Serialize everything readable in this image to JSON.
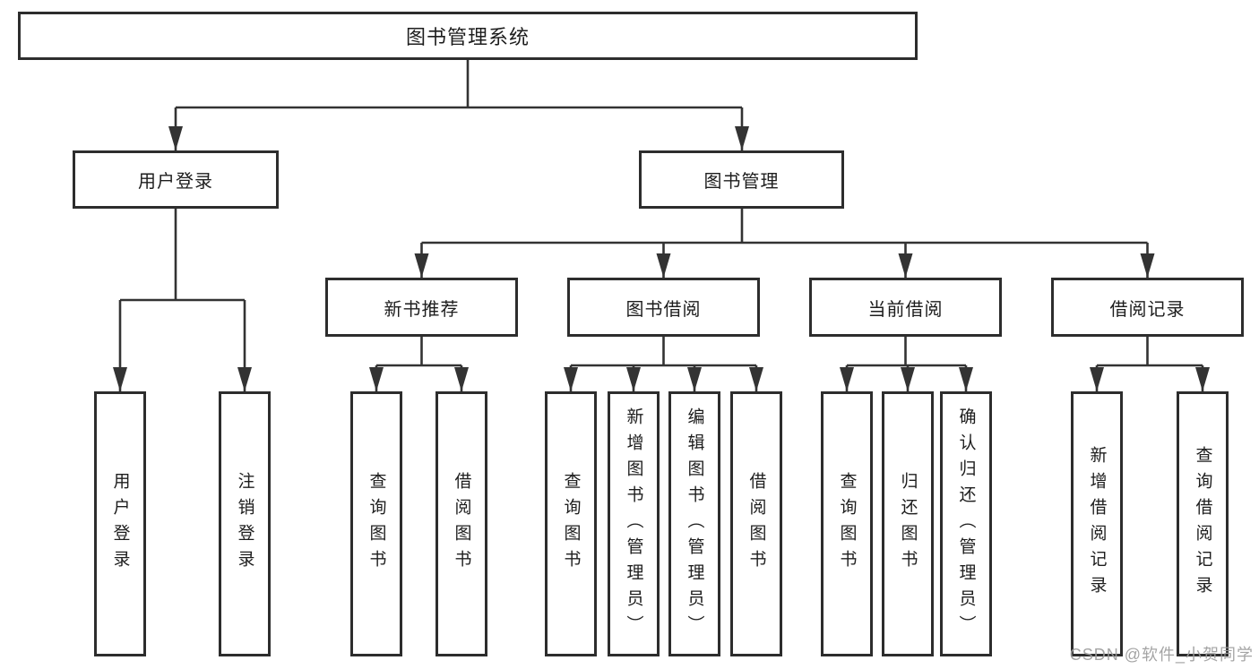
{
  "colors": {
    "background": "#ffffff",
    "box_border": "#2d2d2d",
    "connector_line": "#333333",
    "text": "#1d1d1d",
    "watermark": "#9d9d9d"
  },
  "watermark": {
    "text": "CSDN @软件_小贺同学"
  },
  "tree": {
    "label": "图书管理系统",
    "children": [
      {
        "label": "用户登录",
        "children": [
          {
            "label": "用户登录"
          },
          {
            "label": "注销登录"
          }
        ]
      },
      {
        "label": "图书管理",
        "children": [
          {
            "label": "新书推荐",
            "children": [
              {
                "label": "查询图书"
              },
              {
                "label": "借阅图书"
              }
            ]
          },
          {
            "label": "图书借阅",
            "children": [
              {
                "label": "查询图书"
              },
              {
                "label": "新增图书（管理员）"
              },
              {
                "label": "编辑图书（管理员）"
              },
              {
                "label": "借阅图书"
              }
            ]
          },
          {
            "label": "当前借阅",
            "children": [
              {
                "label": "查询图书"
              },
              {
                "label": "归还图书"
              },
              {
                "label": "确认归还（管理员）"
              }
            ]
          },
          {
            "label": "借阅记录",
            "children": [
              {
                "label": "新增借阅记录"
              },
              {
                "label": "查询借阅记录"
              }
            ]
          }
        ]
      }
    ]
  }
}
